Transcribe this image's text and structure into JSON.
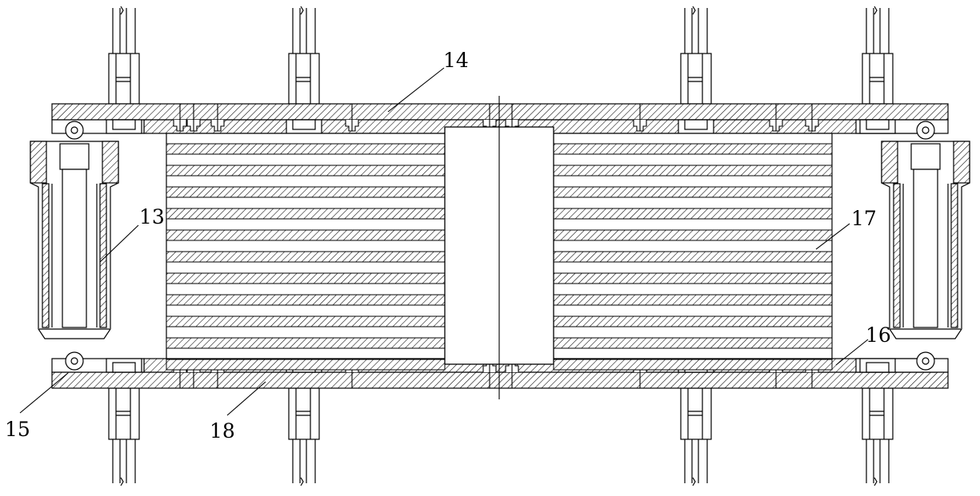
{
  "labels": {
    "l13": "13",
    "l14": "14",
    "l15": "15",
    "l16": "16",
    "l17": "17",
    "l18": "18"
  },
  "colors": {
    "stroke": "#000000",
    "background": "#ffffff"
  }
}
